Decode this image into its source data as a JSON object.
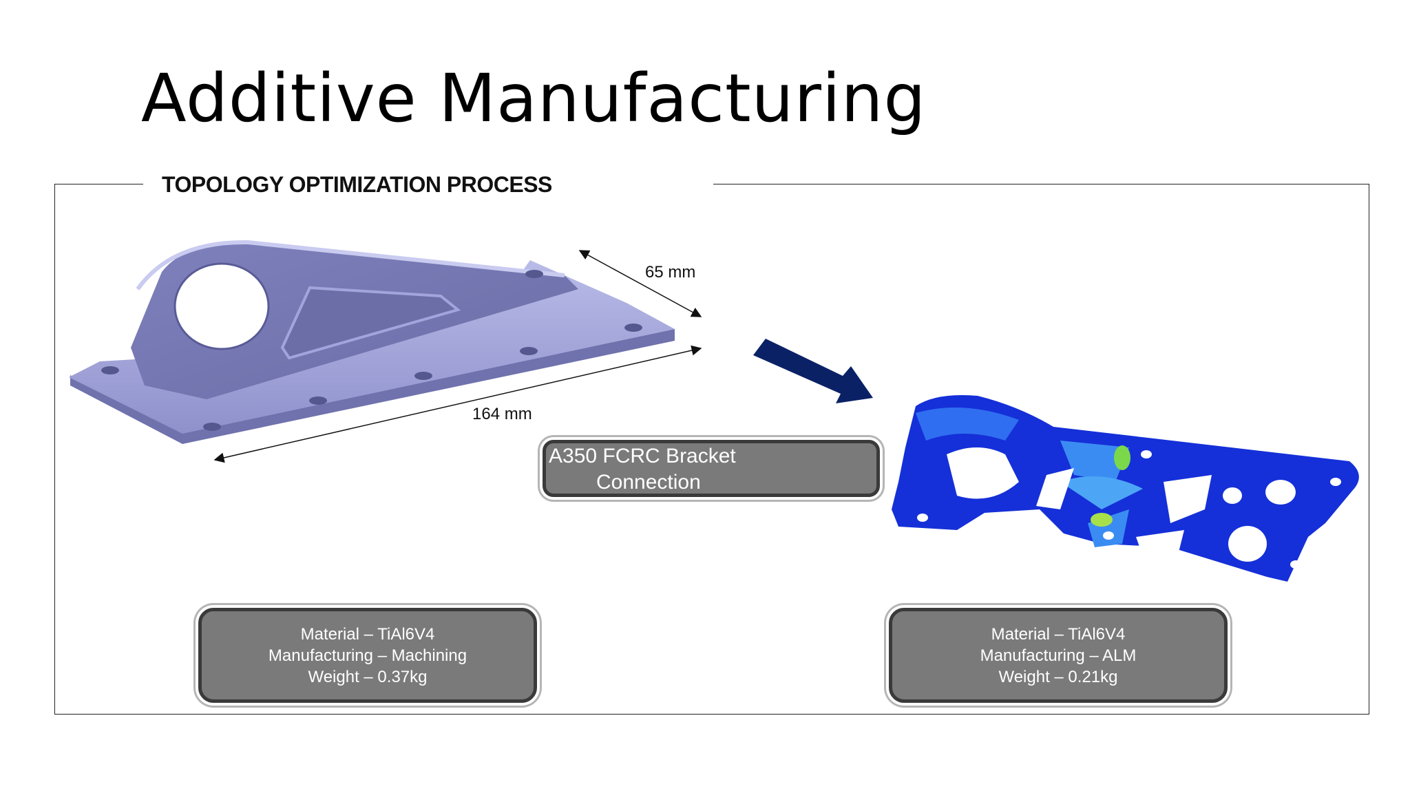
{
  "slide": {
    "title": "Additive Manufacturing",
    "section_label": "TOPOLOGY OPTIMIZATION PROCESS"
  },
  "dimensions": {
    "width_label": "65 mm",
    "length_label": "164 mm"
  },
  "caption": {
    "line1": "A350 FCRC Bracket",
    "line2": "Connection"
  },
  "original_part": {
    "material": "Material – TiAl6V4",
    "manufacturing": "Manufacturing – Machining",
    "weight": "Weight – 0.37kg"
  },
  "optimized_part": {
    "material": "Material – TiAl6V4",
    "manufacturing": "Manufacturing – ALM",
    "weight": "Weight – 0.21kg"
  },
  "colors": {
    "arrow": "#0b2166",
    "original_part": "#9a9cd6",
    "optimized_part": "#1530d8",
    "box_fill": "#7a7a7a"
  }
}
